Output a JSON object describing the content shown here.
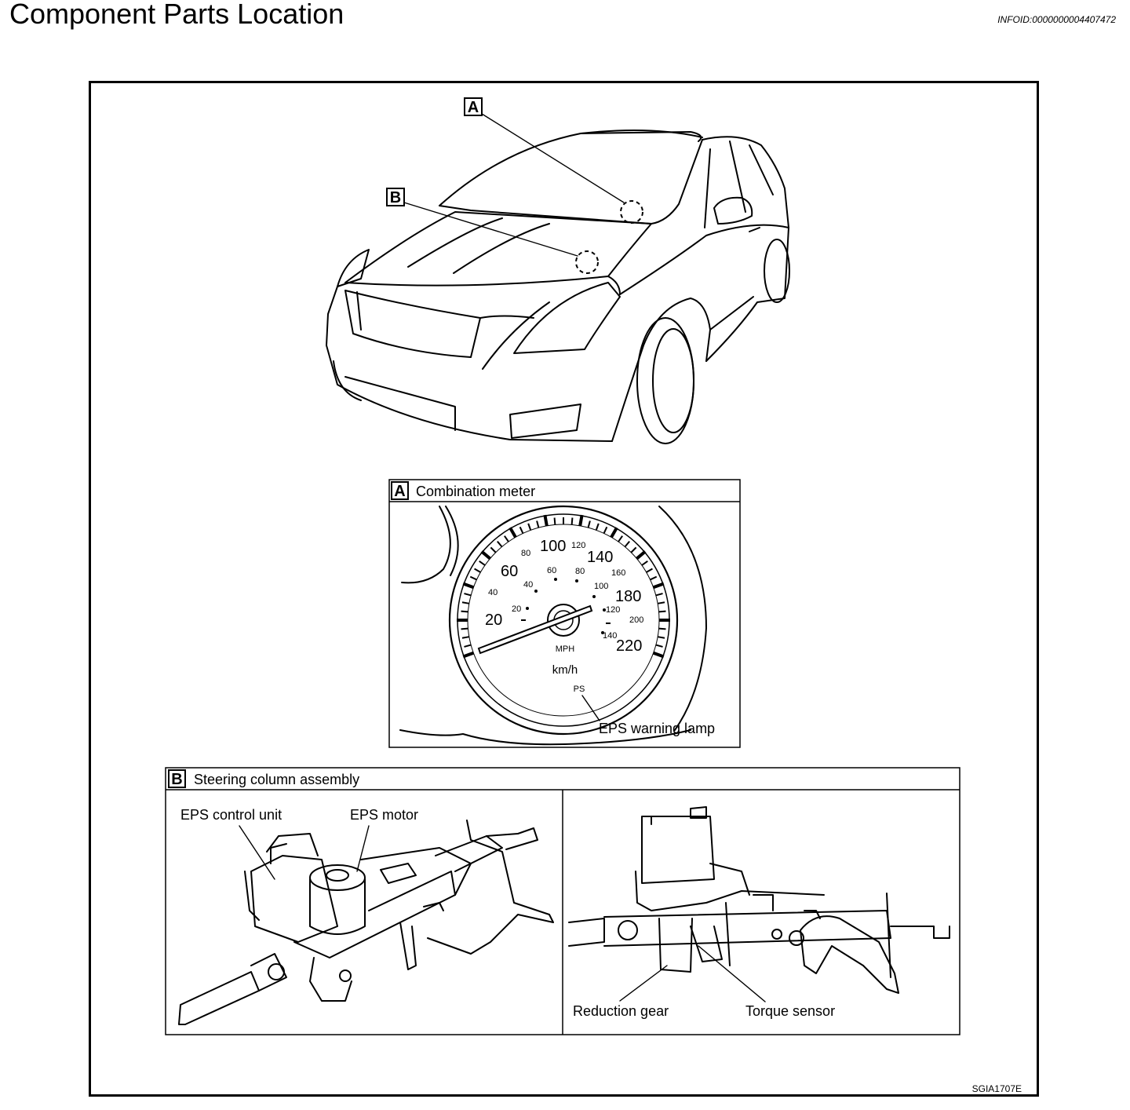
{
  "header": {
    "title": "Component Parts Location",
    "info_id": "INFOID:0000000004407472"
  },
  "callouts": {
    "a": "A",
    "b": "B"
  },
  "panel_a": {
    "letter": "A",
    "title": "Combination meter",
    "outer_scale": [
      "20",
      "40",
      "60",
      "80",
      "100",
      "120",
      "140",
      "160",
      "180",
      "200",
      "220"
    ],
    "inner_scale": [
      "20",
      "40",
      "60",
      "80",
      "100",
      "120",
      "140"
    ],
    "unit_mph": "MPH",
    "unit_kmh": "km/h",
    "ps_label": "PS",
    "warning_label": "EPS warning lamp"
  },
  "panel_b": {
    "letter": "B",
    "title": "Steering column assembly",
    "labels": {
      "control_unit": "EPS control unit",
      "motor": "EPS motor",
      "reduction_gear": "Reduction gear",
      "torque_sensor": "Torque sensor"
    }
  },
  "figure_code": "SGIA1707E"
}
